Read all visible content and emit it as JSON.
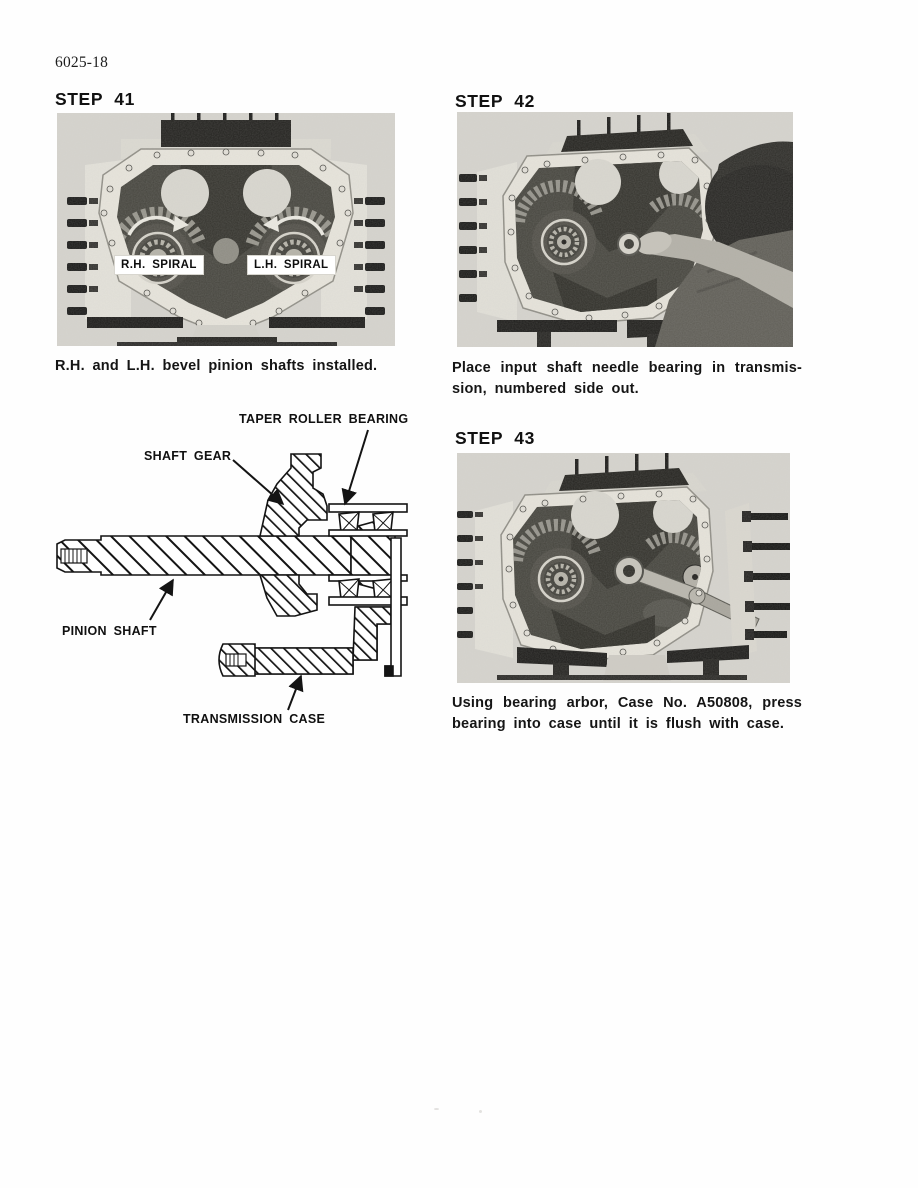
{
  "page": {
    "number": "6025-18"
  },
  "colors": {
    "photo_background": "#d6d4ce",
    "case_cream": "#e8e5dc",
    "interior_dark": "#46453e",
    "ink": "#141414"
  },
  "step41": {
    "heading": "STEP 41",
    "photo_labels": {
      "rh": "R.H. SPIRAL",
      "lh": "L.H. SPIRAL"
    },
    "caption": {
      "text": "R.H. and L.H. bevel pinion shafts installed.",
      "lines": [
        "R.H. and L.H. bevel pinion shafts installed."
      ]
    }
  },
  "diagram": {
    "labels": {
      "taper_roller_bearing": "TAPER ROLLER BEARING",
      "shaft_gear": "SHAFT GEAR",
      "pinion_shaft": "PINION SHAFT",
      "transmission_case": "TRANSMISSION CASE"
    }
  },
  "step42": {
    "heading": "STEP 42",
    "caption": {
      "text": "Place input shaft needle bearing in transmission, numbered side out.",
      "lines": [
        "Place input shaft needle bearing in transmis-",
        "sion, numbered side out."
      ]
    }
  },
  "step43": {
    "heading": "STEP 43",
    "caption": {
      "text": "Using bearing arbor, Case No. A50808, press bearing into case until it is flush with case.",
      "lines": [
        "Using bearing arbor, Case No. A50808, press",
        "bearing into case until it is flush with case."
      ]
    }
  }
}
